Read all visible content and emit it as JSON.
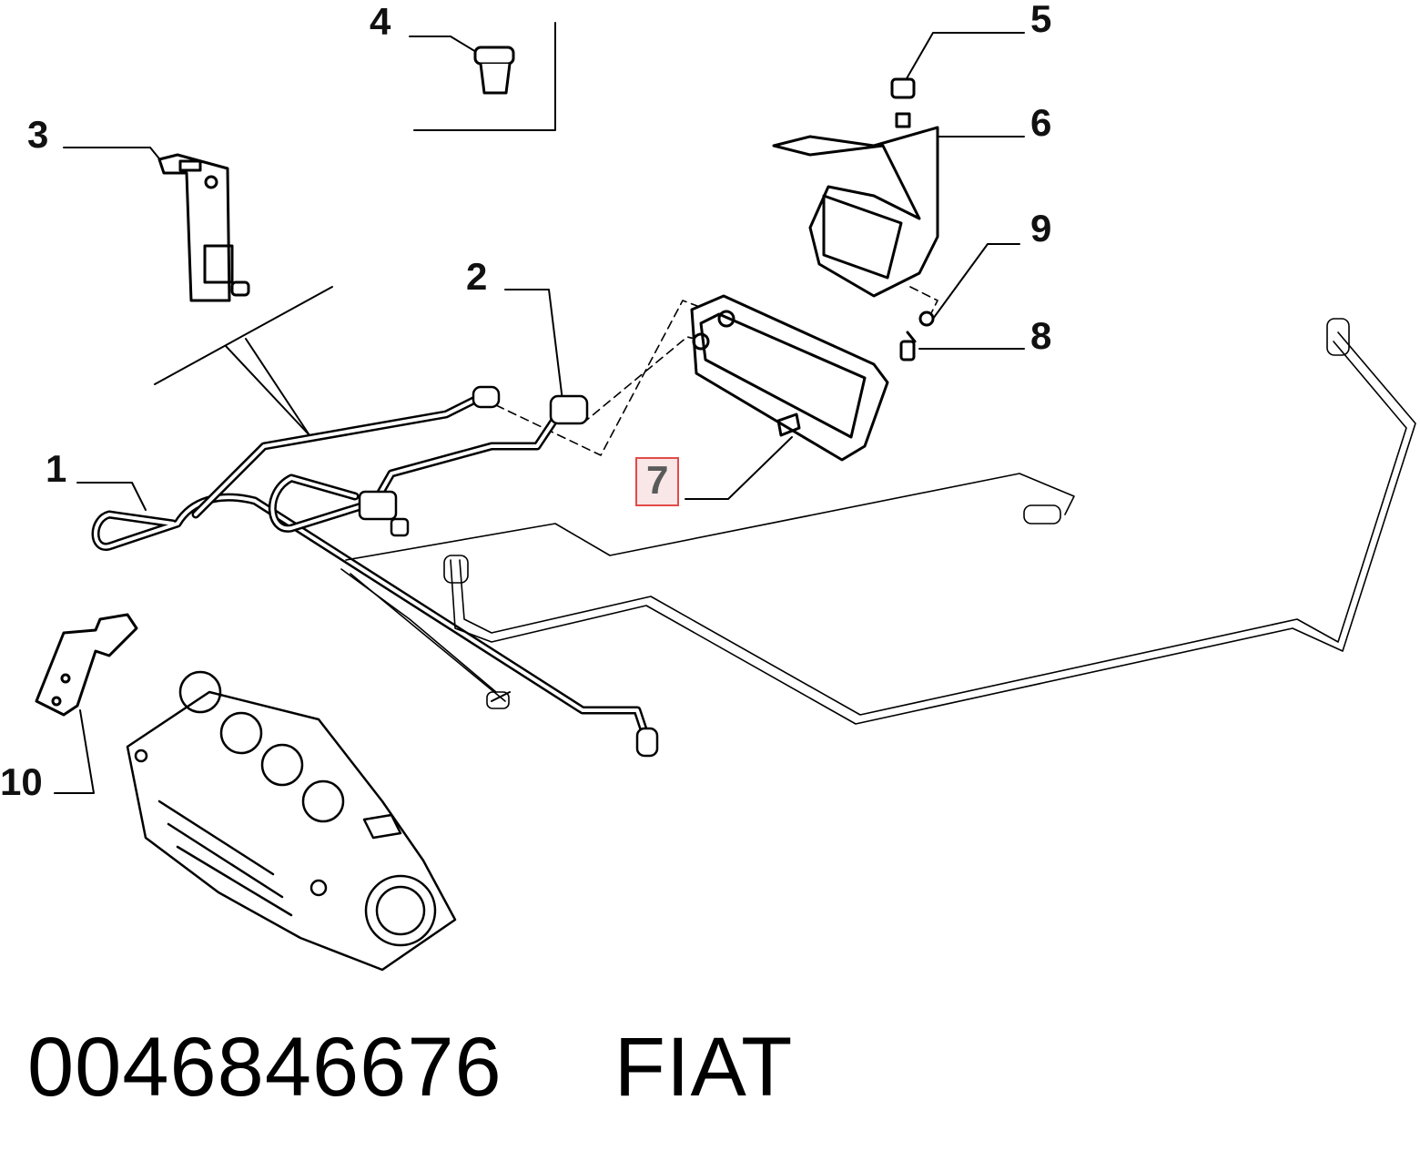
{
  "callouts": [
    {
      "id": "1",
      "label": "1"
    },
    {
      "id": "2",
      "label": "2"
    },
    {
      "id": "3",
      "label": "3"
    },
    {
      "id": "4",
      "label": "4"
    },
    {
      "id": "5",
      "label": "5"
    },
    {
      "id": "6",
      "label": "6"
    },
    {
      "id": "7",
      "label": "7",
      "highlighted": true
    },
    {
      "id": "8",
      "label": "8"
    },
    {
      "id": "9",
      "label": "9"
    },
    {
      "id": "10",
      "label": "10"
    }
  ],
  "footer": {
    "part_number": "0046846676",
    "brand": "FIAT"
  },
  "colors": {
    "line": "#000000",
    "highlight_border": "#e24a4a",
    "highlight_fill": "#f9e6e6"
  }
}
